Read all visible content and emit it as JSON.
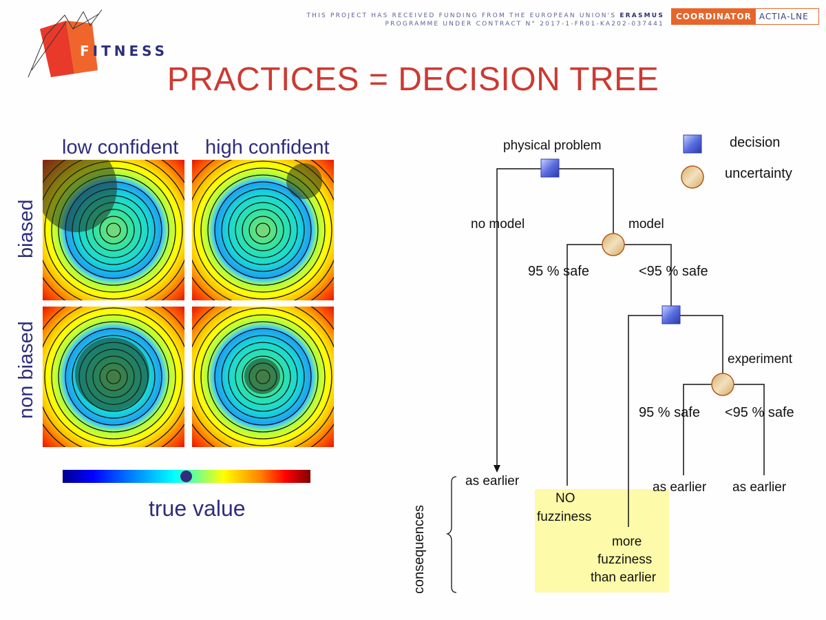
{
  "header": {
    "funding_line1_prefix": "THIS PROJECT HAS RECEIVED FUNDING FROM THE EUROPEAN UNION'S",
    "funding_line1_bold": "ERASMUS",
    "funding_line2": "PROGRAMME UNDER CONTRACT N° 2017-1-FR01-KA202-037441",
    "coordinator_label": "COORDINATOR",
    "coordinator_value": "ACTIA-LNE",
    "logo_first_letter": "F",
    "logo_rest": "ITNESS"
  },
  "title": "PRACTICES = DECISION TREE",
  "grid": {
    "col_labels": [
      "low confident",
      "high confident"
    ],
    "row_labels": [
      "biased",
      "non biased"
    ],
    "colorbar_label": "true value"
  },
  "tree": {
    "root": "physical problem",
    "legend": {
      "decision": "decision",
      "uncertainty": "uncertainty"
    },
    "branch_no_model": "no model",
    "branch_model": "model",
    "safe_95_a": "95 % safe",
    "safe_lt95_a": "<95 % safe",
    "experiment": "experiment",
    "safe_95_b": "95 % safe",
    "safe_lt95_b": "<95 % safe",
    "as_earlier_1": "as earlier",
    "as_earlier_2": "as earlier",
    "as_earlier_3": "as earlier",
    "no_fuzzy_1": "NO",
    "no_fuzzy_2": "fuzziness",
    "more_fuzzy_1": "more",
    "more_fuzzy_2": "fuzziness",
    "more_fuzzy_3": "than earlier",
    "consequences": "consequences"
  },
  "colors": {
    "title": "#cc3a32",
    "label": "#2f2d7c",
    "decision_node": "#5b6ee0",
    "uncertainty_node": "#e7c48e",
    "highlight": "#fdfaa9",
    "brand_orange": "#e8652a"
  }
}
